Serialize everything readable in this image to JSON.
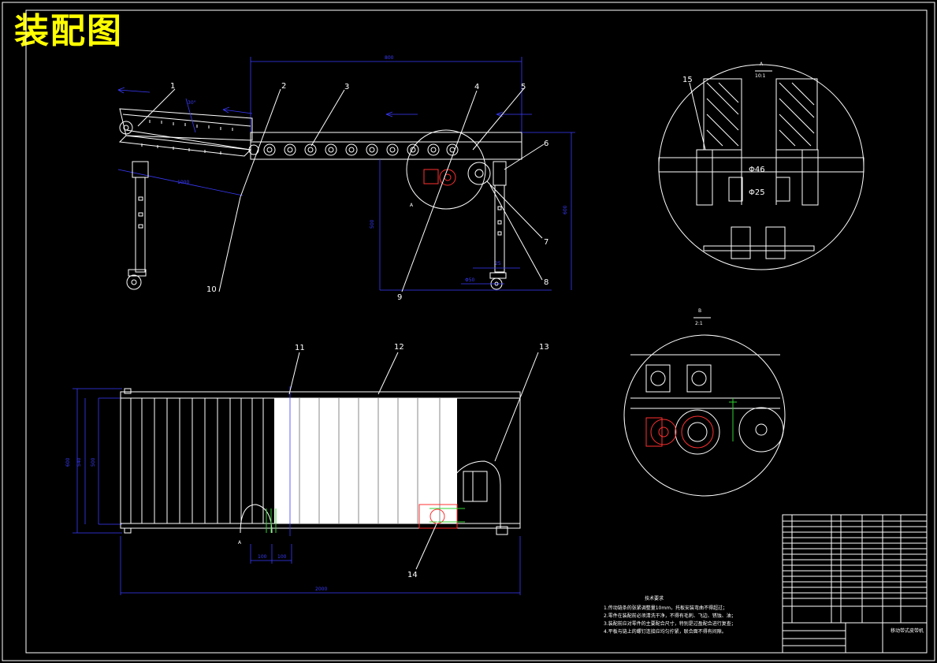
{
  "drawing": {
    "title": "装配图",
    "part_labels": [
      "1",
      "2",
      "3",
      "4",
      "5",
      "6",
      "7",
      "8",
      "9",
      "10",
      "11",
      "12",
      "13",
      "14",
      "15"
    ],
    "view_a_label": "A",
    "view_a_scale": "10:1",
    "view_b_label": "B",
    "view_b_scale": "2:1",
    "dim_hole_1": "Φ46",
    "dim_hole_2": "Φ25",
    "section_mark_a": "A",
    "section_mark_a2": "A"
  },
  "tech_req": {
    "heading": "技术要求",
    "lines": [
      "1.传动链条的张紧调整量10mm，托板安装弯曲不得超过；",
      "2.零件在装配前必须清洗干净，不得有毛刺、飞边、锈蚀、油；",
      "3.装配前应对零件的主要配合尺寸，特别是过盈配合进行复查；",
      "4.平板与链上的螺钉连接应均匀拧紧，联合面不得有间隙。"
    ]
  },
  "title_block": {
    "name": "移动带式皮带机"
  },
  "colors": {
    "title": "#ffff00",
    "line": "#ffffff",
    "dimension": "#3a3aff",
    "highlight_red": "#ff3030",
    "highlight_green": "#30d030"
  }
}
